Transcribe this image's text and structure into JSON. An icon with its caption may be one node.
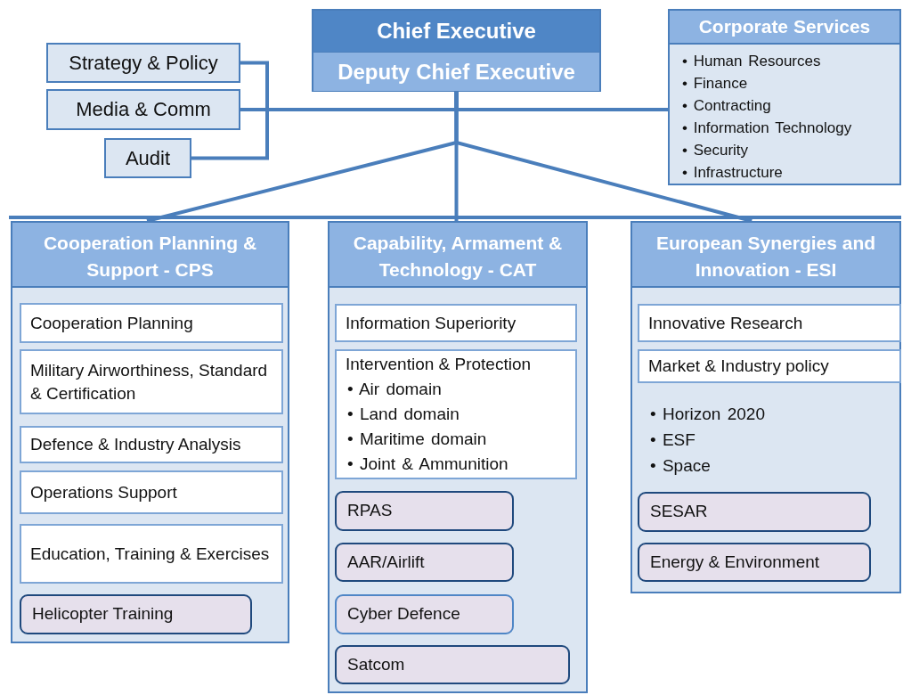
{
  "diagram": {
    "nodes": [
      {
        "text": [
          "Chief Executive",
          "Deputy Chief Executive"
        ]
      },
      {
        "text": [
          "Strategy & Policy"
        ]
      },
      {
        "text": [
          "Media & Comm"
        ]
      },
      {
        "text": [
          "Audit"
        ]
      },
      {
        "text": [
          "Corporate Services",
          "• Human Resources",
          "• Finance",
          "• Contracting",
          "• Information Technology",
          "• Security",
          "• Infrastructure"
        ]
      },
      {
        "text": [
          "Cooperation Planning & Support - CPS"
        ]
      },
      {
        "text": [
          "Cooperation Planning"
        ],
        "in": 5
      },
      {
        "text": [
          "Military Airworthiness, Standard & Certification"
        ],
        "in": 5
      },
      {
        "text": [
          "Defence & Industry Analysis"
        ],
        "in": 5
      },
      {
        "text": [
          "Operations Support"
        ],
        "in": 5
      },
      {
        "text": [
          "Education, Training & Exercises"
        ],
        "in": 5
      },
      {
        "text": [
          "Helicopter Training"
        ],
        "in": 5
      },
      {
        "text": [
          "Capability, Armament & Technology - CAT"
        ]
      },
      {
        "text": [
          "Information Superiority"
        ],
        "in": 12
      },
      {
        "text": [
          "Intervention & Protection",
          "• Air domain",
          "• Land domain",
          "• Maritime domain",
          "• Joint & Ammunition"
        ],
        "in": 12
      },
      {
        "text": [
          "RPAS"
        ],
        "in": 12
      },
      {
        "text": [
          "AAR/Airlift"
        ],
        "in": 12
      },
      {
        "text": [
          "Cyber Defence"
        ],
        "in": 12
      },
      {
        "text": [
          "Satcom"
        ],
        "in": 12
      },
      {
        "text": [
          "European Synergies and Innovation - ESI",
          "• Horizon 2020",
          "• ESF",
          "• Space"
        ]
      },
      {
        "text": [
          "Innovative Research"
        ],
        "in": 19
      },
      {
        "text": [
          "Market & Industry policy"
        ],
        "in": 19
      },
      {
        "text": [
          "SESAR"
        ],
        "in": 19
      },
      {
        "text": [
          "Energy & Environment"
        ],
        "in": 19
      }
    ],
    "edges": [
      {
        "from": 1,
        "to": 0,
        "arrow": "none"
      },
      {
        "from": 2,
        "to": 0,
        "arrow": "none"
      },
      {
        "from": 3,
        "to": 0,
        "arrow": "none"
      },
      {
        "from": 0,
        "to": 4,
        "arrow": "none"
      },
      {
        "from": 0,
        "to": 5,
        "arrow": "none"
      },
      {
        "from": 0,
        "to": 12,
        "arrow": "none"
      },
      {
        "from": 0,
        "to": 19,
        "arrow": "none"
      }
    ]
  }
}
